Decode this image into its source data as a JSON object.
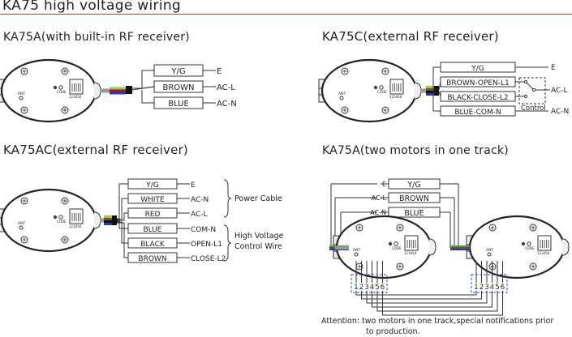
{
  "page": {
    "title": "KA75 high voltage wiring",
    "accent_rule_color": "#e03030"
  },
  "sections": {
    "ka75a": {
      "title": "KA75A(with built-in RF receiver)",
      "wires": [
        {
          "label": "Y/G",
          "terminal": "E"
        },
        {
          "label": "BROWN",
          "terminal": "AC-L"
        },
        {
          "label": "BLUE",
          "terminal": "AC-N"
        }
      ]
    },
    "ka75c": {
      "title": "KA75C(external RF receiver)",
      "wires": [
        {
          "label": "Y/G",
          "terminal": "E"
        },
        {
          "label": "BROWN-OPEN-L1",
          "terminal": ""
        },
        {
          "label": "BLACK-CLOSE-L2",
          "terminal": ""
        },
        {
          "label": "BLUE-COM-N",
          "terminal": "AC-N"
        }
      ],
      "switch_terminal": "AC-L",
      "control_label": "Control"
    },
    "ka75ac": {
      "title": "KA75AC(external RF receiver)",
      "wires": [
        {
          "label": "Y/G",
          "terminal": "E"
        },
        {
          "label": "WHITE",
          "terminal": "AC-N"
        },
        {
          "label": "RED",
          "terminal": "AC-L"
        },
        {
          "label": "BLUE",
          "terminal": "COM-N"
        },
        {
          "label": "BLACK",
          "terminal": "OPEN-L1"
        },
        {
          "label": "BROWN",
          "terminal": "CLOSE-L2"
        }
      ],
      "groups": [
        {
          "label": "Power Cable"
        },
        {
          "label_line1": "High Voltage",
          "label_line2": "Control Wire"
        }
      ]
    },
    "ka75a_two": {
      "title": "KA75A(two motors in one track)",
      "wires": [
        {
          "label": "Y/G",
          "terminal": "E"
        },
        {
          "label": "BROWN",
          "terminal": "AC-L"
        },
        {
          "label": "BLUE",
          "terminal": "AC-N"
        }
      ],
      "pins": [
        "1",
        "2",
        "3",
        "4",
        "5",
        "6"
      ],
      "attention_line1": "Attention: two motors in one track,special notifications prior",
      "attention_line2": "to production."
    }
  },
  "motor": {
    "ant_label": "ANT",
    "code_label": "CODE",
    "port_label": "123456"
  },
  "wire_colors": {
    "yg": "#8fd14f",
    "green": "#33aa33",
    "brown": "#8b4a1a",
    "red": "#b01010",
    "blue": "#1a3ccc",
    "black": "#111111",
    "dash_box": "#3344cc"
  }
}
